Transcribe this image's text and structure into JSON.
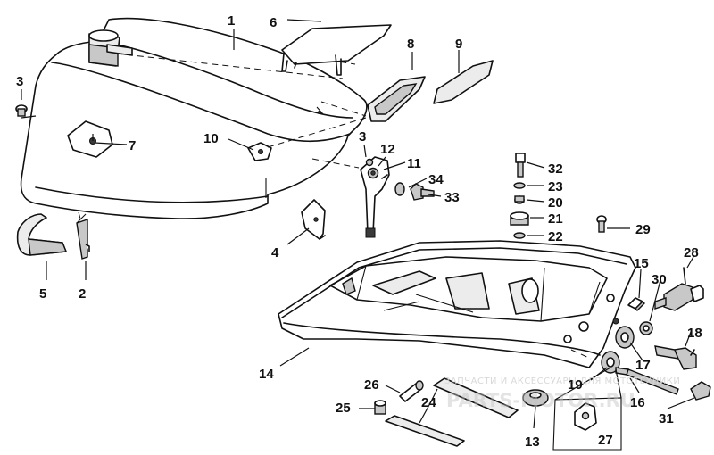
{
  "labels": {
    "l1": "1",
    "l2": "2",
    "l3a": "3",
    "l3b": "3",
    "l4": "4",
    "l5": "5",
    "l6": "6",
    "l7": "7",
    "l8": "8",
    "l9": "9",
    "l10": "10",
    "l11": "11",
    "l12": "12",
    "l13": "13",
    "l14": "14",
    "l15": "15",
    "l16": "16",
    "l17": "17",
    "l18": "18",
    "l19": "19",
    "l20": "20",
    "l21": "21",
    "l22": "22",
    "l23": "23",
    "l24": "24",
    "l25": "25",
    "l26": "26",
    "l27": "27",
    "l28": "28",
    "l29": "29",
    "l30": "30",
    "l31": "31",
    "l32": "32",
    "l33": "33",
    "l34": "34"
  },
  "watermark": {
    "line1": "ЗАПЧАСТИ И АКСЕССУАРЫ ДЛЯ МОТОТЕХНИКИ",
    "line2": "PARTS-MOTOR.RU"
  }
}
